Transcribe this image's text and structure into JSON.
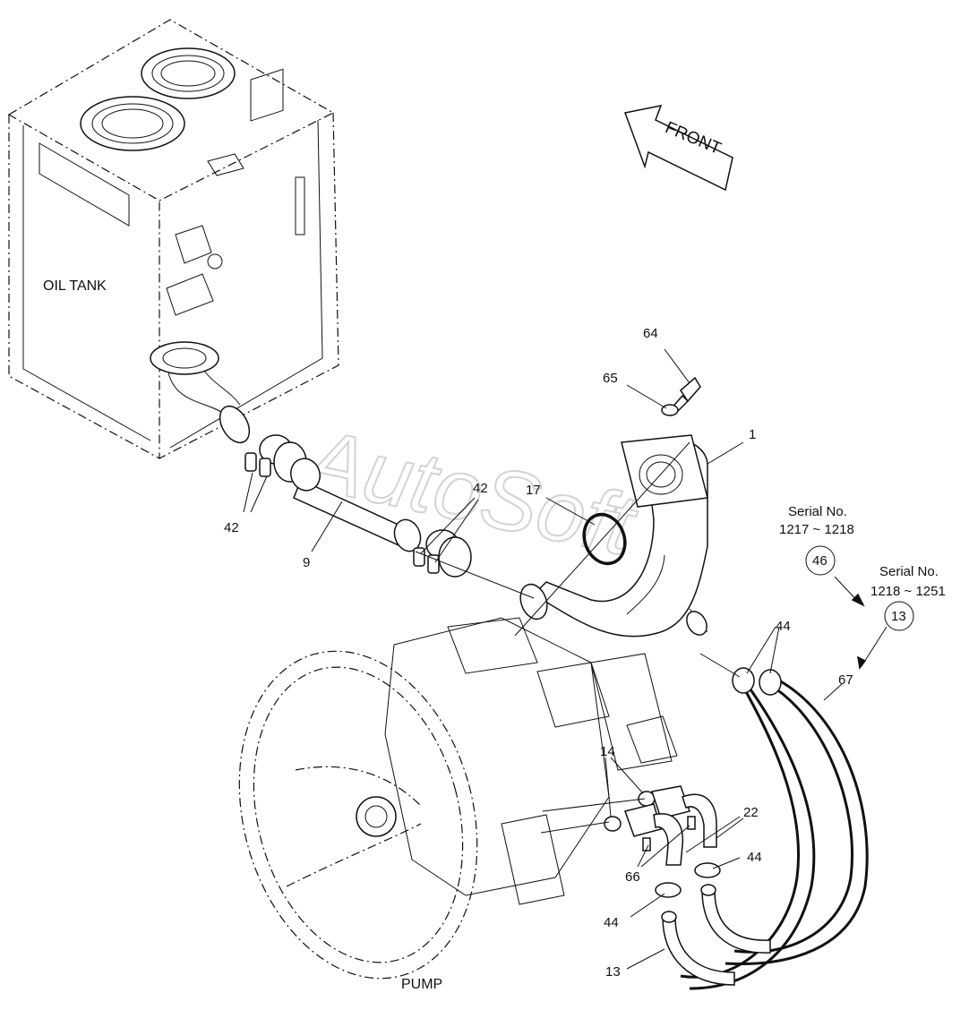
{
  "watermark": "AutoSoft",
  "front_arrow": "FRONT",
  "assemblies": {
    "oil_tank": "OIL TANK",
    "pump": "PUMP"
  },
  "serial_notes": [
    {
      "line1": "Serial No.",
      "line2": "1217 ~ 1218",
      "part": "46"
    },
    {
      "line1": "Serial No.",
      "line2": "1218 ~ 1251",
      "part": "13"
    }
  ],
  "callouts": {
    "c64": "64",
    "c65": "65",
    "c1": "1",
    "c42_left": "42",
    "c42_mid": "42",
    "c17": "17",
    "c9": "9",
    "c44_top": "44",
    "c67": "67",
    "c14": "14",
    "c22": "22",
    "c44_right": "44",
    "c66": "66",
    "c44_bottom": "44",
    "c13": "13"
  }
}
